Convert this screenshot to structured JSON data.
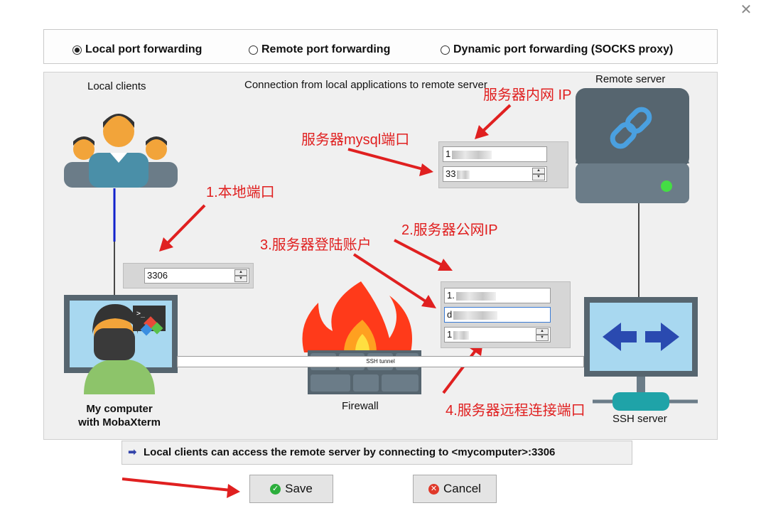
{
  "modes": {
    "local": "Local port forwarding",
    "remote": "Remote port forwarding",
    "dynamic": "Dynamic port forwarding (SOCKS proxy)"
  },
  "diagram": {
    "local_clients": "Local clients",
    "connection_title": "Connection from local applications to remote server",
    "remote_server": "Remote server",
    "my_computer": "My computer",
    "with_mobaxterm": "with MobaXterm",
    "firewall": "Firewall",
    "ssh_tunnel": "SSH tunnel",
    "ssh_server": "SSH server"
  },
  "annotations": {
    "internal_ip": "服务器内网 IP",
    "mysql_port": "服务器mysql端口",
    "local_port": "1.本地端口",
    "public_ip": "2.服务器公网IP",
    "login_account": "3.服务器登陆账户",
    "remote_ssh_port": "4.服务器远程连接端口"
  },
  "fields": {
    "remote_host_prefix": "1",
    "remote_port_prefix": "33",
    "local_port": "3306",
    "ssh_server_prefix": "1.",
    "ssh_user_prefix": "d",
    "ssh_port_prefix": "1"
  },
  "info": "Local clients can access the remote server by connecting to <mycomputer>:3306",
  "buttons": {
    "save": "Save",
    "cancel": "Cancel"
  },
  "colors": {
    "annotation_red": "#e02020",
    "arrow_blue": "#3344aa",
    "server_dark": "#6b7c88"
  }
}
